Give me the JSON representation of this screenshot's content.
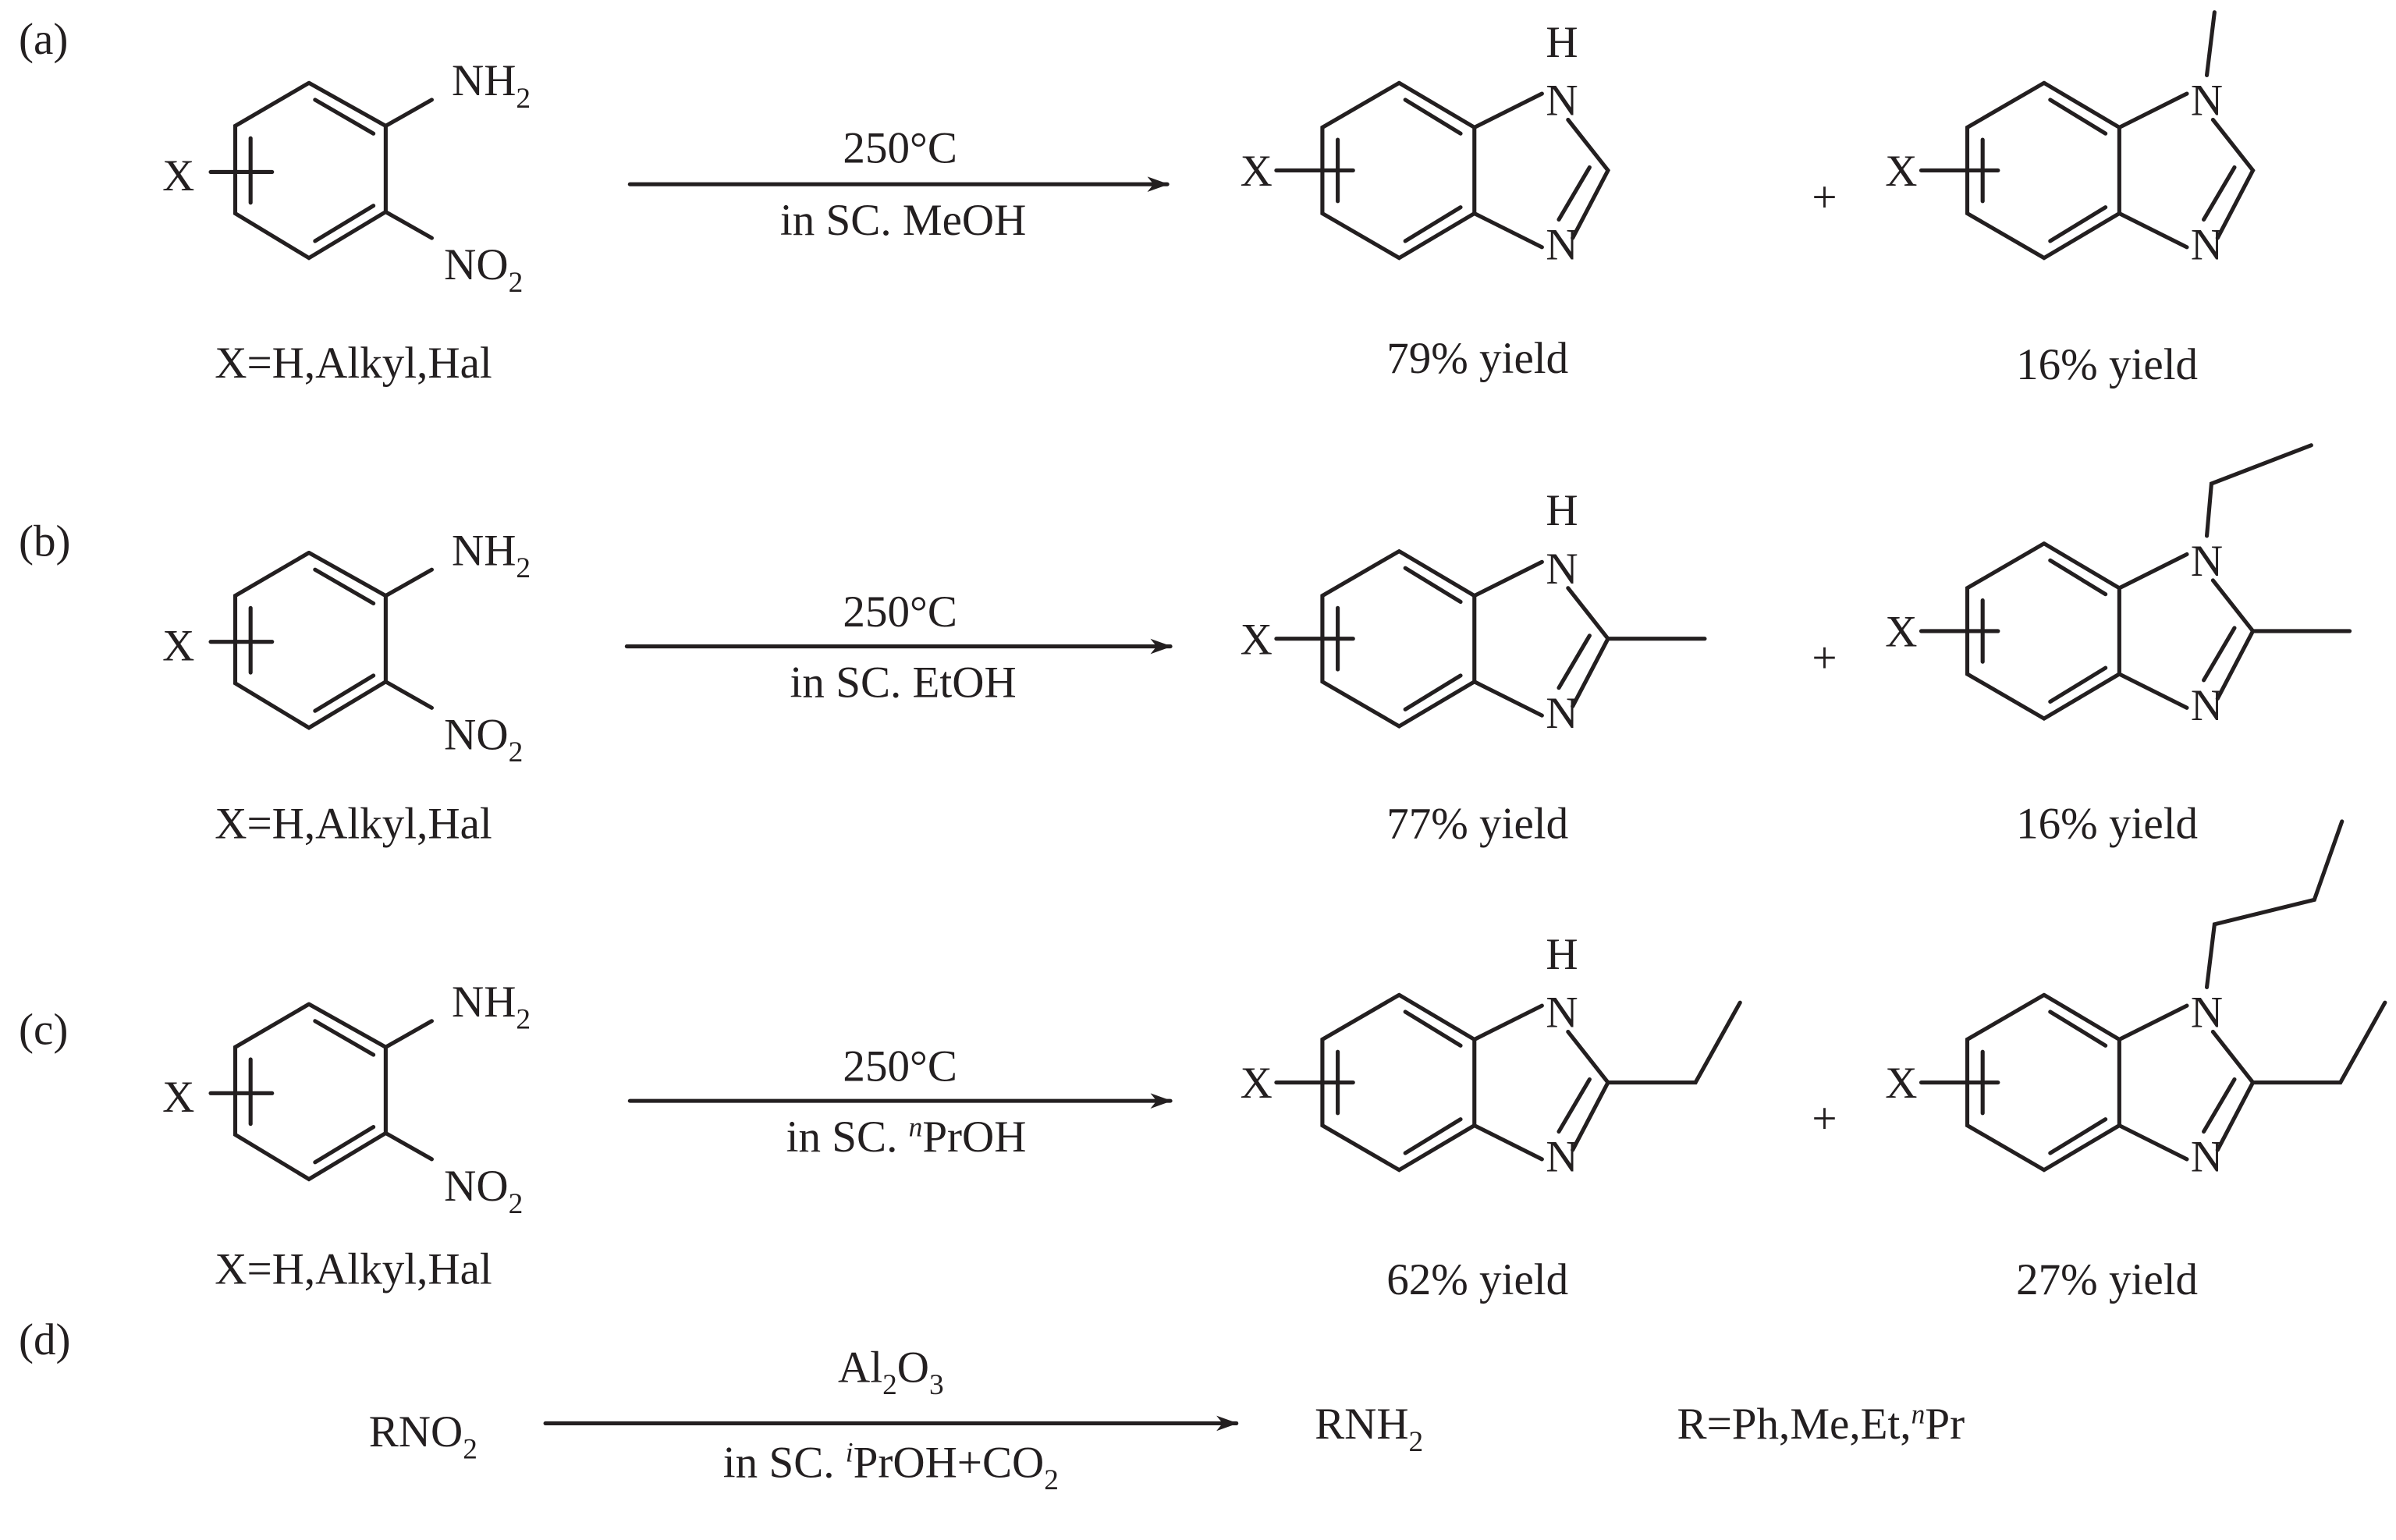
{
  "panels": [
    {
      "label": "(a)",
      "reactant_note": "X=H,Alkyl,Hal",
      "conditions_top": "250°C",
      "conditions_bottom": "in SC. MeOH",
      "product1_yield": "79% yield",
      "product2_yield": "16% yield"
    },
    {
      "label": "(b)",
      "reactant_note": "X=H,Alkyl,Hal",
      "conditions_top": "250°C",
      "conditions_bottom": "in SC. EtOH",
      "product1_yield": "77% yield",
      "product2_yield": "16% yield"
    },
    {
      "label": "(c)",
      "reactant_note": "X=H,Alkyl,Hal",
      "conditions_top": "250°C",
      "conditions_bottom_pre": "in SC. ",
      "conditions_bottom_sup": "n",
      "conditions_bottom_post": "PrOH",
      "product1_yield": "62% yield",
      "product2_yield": "27% yield"
    }
  ],
  "atoms": {
    "X": "X",
    "N": "N",
    "H": "H",
    "NH": "NH",
    "NO": "NO",
    "two": "2",
    "plus": "+"
  },
  "panel_d": {
    "label": "(d)",
    "reactant": "RNO",
    "reactant_sub": "2",
    "reagent_a": "Al",
    "reagent_sub1": "2",
    "reagent_b": "O",
    "reagent_sub2": "3",
    "cond_pre": "in SC. ",
    "cond_sup": "i",
    "cond_mid": "PrOH+CO",
    "cond_sub": "2",
    "product": "RNH",
    "product_sub": "2",
    "r_def_pre": "R=Ph,Me,Et,",
    "r_def_sup": "n",
    "r_def_post": "Pr"
  }
}
